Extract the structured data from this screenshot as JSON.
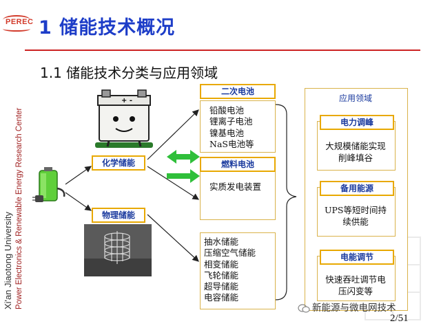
{
  "header": {
    "logo_text": "PEREC",
    "title": "1 储能技术概况",
    "subtitle": "1.1 储能技术分类与应用领域"
  },
  "sidebar": {
    "university": "Xi'an Jiaotong University",
    "center": "Power Electronics & Renewable Energy Research Center"
  },
  "diagram": {
    "chemical_label": "化学储能",
    "physical_label": "物理储能",
    "secondary_battery": {
      "label": "二次电池",
      "items": [
        "铅酸电池",
        "锂离子电池",
        "镍基电池",
        "NaS电池等"
      ]
    },
    "fuel_cell": {
      "label": "燃料电池",
      "items": [
        "实质发电装置"
      ]
    },
    "physical_items": [
      "抽水储能",
      "压缩空气储能",
      "相变储能",
      "飞轮储能",
      "超导储能",
      "电容储能"
    ],
    "applications": {
      "title": "应用领域",
      "groups": [
        {
          "label": "电力调峰",
          "desc": [
            "大规模储能实现",
            "削峰填谷"
          ]
        },
        {
          "label": "备用能源",
          "desc": [
            "UPS等短时间持",
            "续供能"
          ]
        },
        {
          "label": "电能调节",
          "desc": [
            "快速吞吐调节电",
            "压闪变等"
          ]
        }
      ]
    }
  },
  "footer": {
    "watermark": "新能源与微电网技术",
    "page": "2/51"
  },
  "colors": {
    "title": "#1d3dc8",
    "rule": "#cc2222",
    "box_border": "#e8a800",
    "label_text": "#1a3a9e",
    "arrow_green": "#2fbf3a"
  }
}
